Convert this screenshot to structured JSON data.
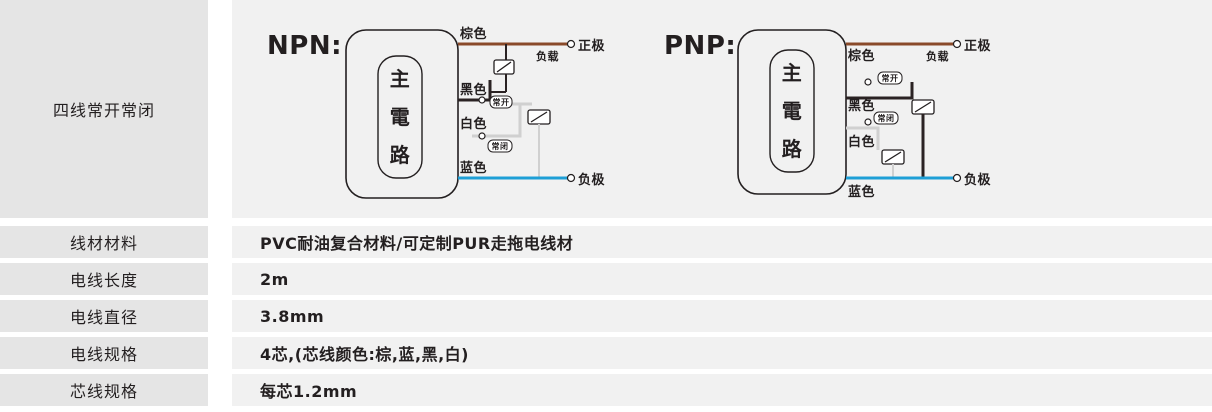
{
  "rows": [
    {
      "label": "四线常开常闭"
    },
    {
      "label": "线材材料",
      "value": "PVC耐油复合材料/可定制PUR走拖电线材"
    },
    {
      "label": "电线长度",
      "value": "2m"
    },
    {
      "label": "电线直径",
      "value": "3.8mm"
    },
    {
      "label": "电线规格",
      "value": "4芯,(芯线颜色:棕,蓝,黑,白)"
    },
    {
      "label": "芯线规格",
      "value": "每芯1.2mm"
    }
  ],
  "npn": {
    "title": "NPN:",
    "circuit_chars": [
      "主",
      "電",
      "路"
    ],
    "brown": "棕色",
    "black": "黑色",
    "white": "白色",
    "blue": "蓝色",
    "load": "负载",
    "positive": "正极",
    "negative": "负极",
    "no": "常开",
    "nc": "常闭"
  },
  "pnp": {
    "title": "PNP:",
    "circuit_chars": [
      "主",
      "電",
      "路"
    ],
    "brown": "棕色",
    "black": "黑色",
    "white": "白色",
    "blue": "蓝色",
    "load": "负载",
    "positive": "正极",
    "negative": "负极",
    "no": "常开",
    "nc": "常闭"
  },
  "colors": {
    "brown_wire": "#8a4a2a",
    "blue_wire": "#1e9fd6",
    "black_wire": "#2a2223",
    "white_wire": "#d0d0d0",
    "label_bg": "#e5e5e5",
    "value_bg": "#f1f1f1"
  }
}
